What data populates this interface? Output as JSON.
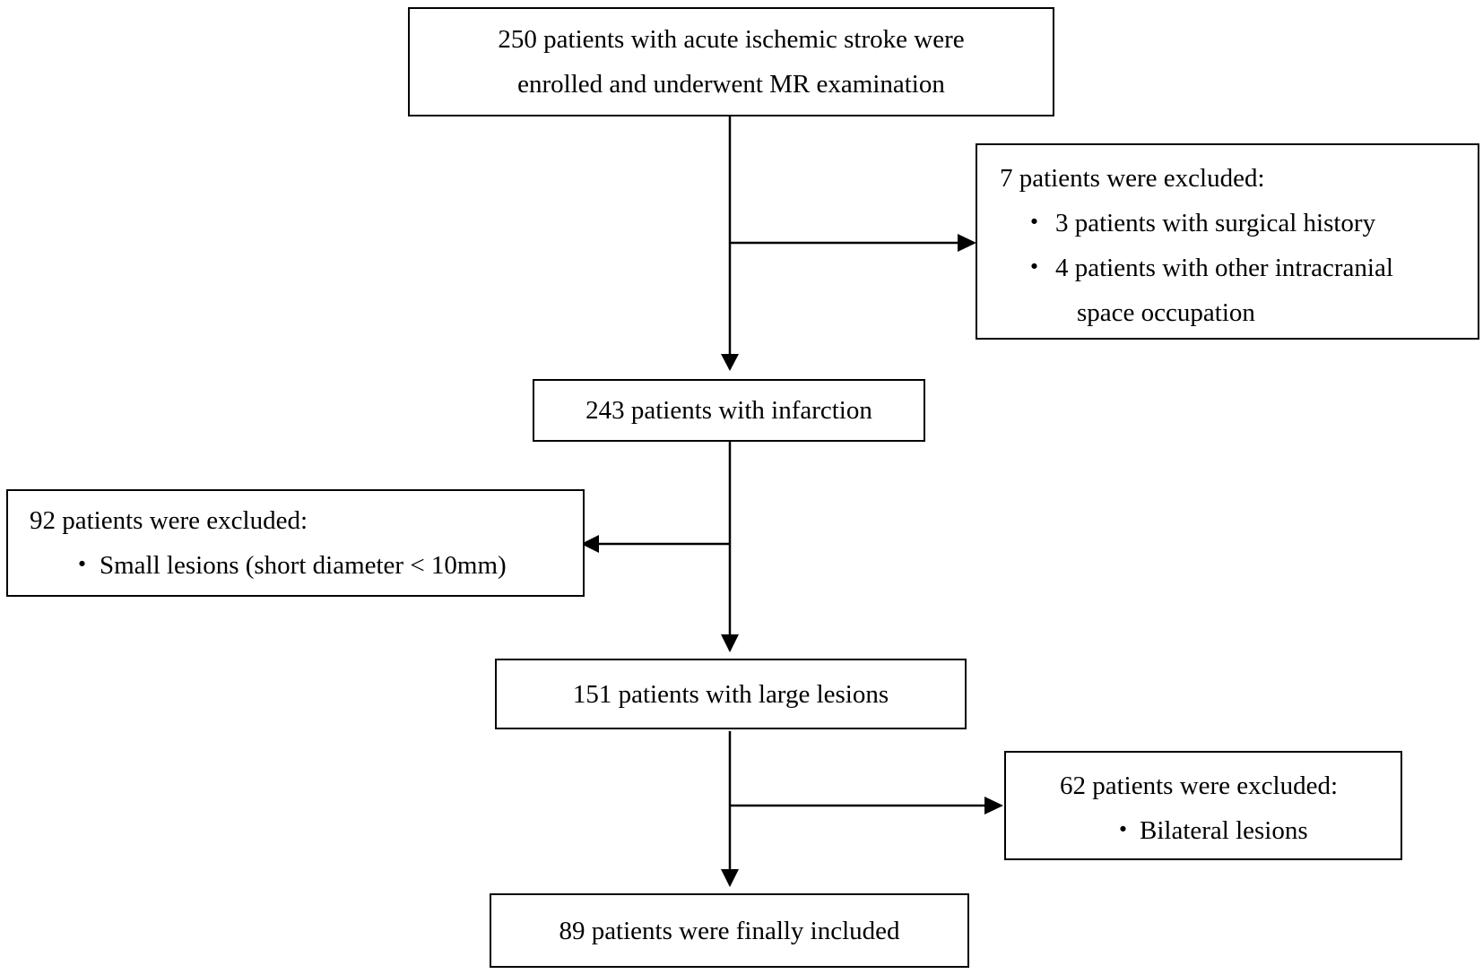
{
  "flowchart": {
    "enrolled": {
      "lines": [
        "250 patients with acute ischemic stroke were",
        "enrolled and underwent MR examination"
      ]
    },
    "exclusion_1": {
      "heading": "7 patients were excluded:",
      "bullet": "・",
      "items": [
        "3 patients with surgical history",
        "4 patients with other intracranial",
        "space occupation"
      ]
    },
    "infarction": {
      "text": "243 patients with infarction"
    },
    "exclusion_2": {
      "heading": "92 patients were excluded:",
      "bullet": "・",
      "items": [
        "Small lesions (short diameter < 10mm)"
      ]
    },
    "large_lesions": {
      "text": "151 patients with large lesions"
    },
    "exclusion_3": {
      "heading": "62 patients were excluded:",
      "bullet": "・",
      "items": [
        "Bilateral lesions"
      ]
    },
    "final": {
      "text": "89 patients were finally included"
    }
  },
  "colors": {
    "stroke": "#000000",
    "background": "#ffffff"
  }
}
